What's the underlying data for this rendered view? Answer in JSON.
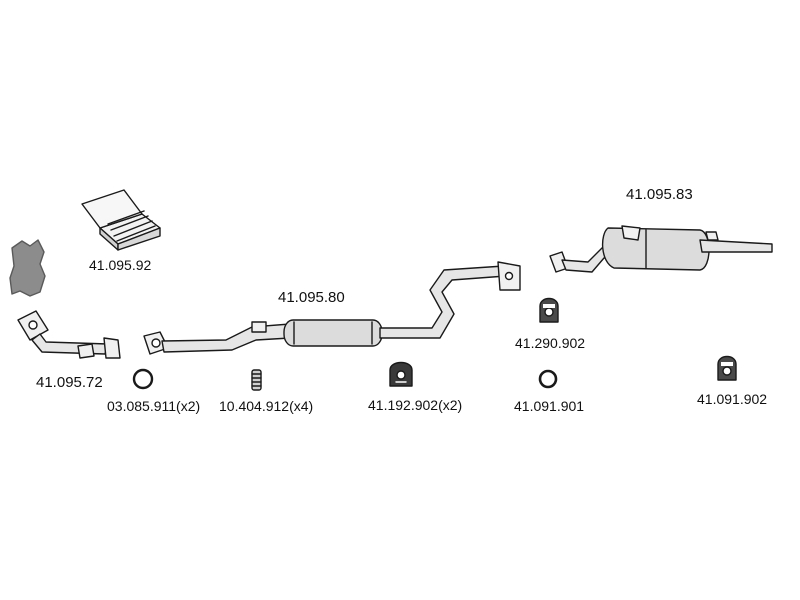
{
  "colors": {
    "line": "#1a1a1a",
    "fill": "#e2e2e2",
    "gasket": "#8c8c8c",
    "text": "#111111"
  },
  "parts": {
    "gasket_set": {
      "number": "41.095.92",
      "icon": "gasket-kit-box-icon"
    },
    "front_pipe": {
      "number": "41.095.72",
      "icon": "front-exhaust-pipe-icon"
    },
    "seal_ring": {
      "number": "03.085.911(x2)",
      "icon": "seal-ring-icon"
    },
    "spring": {
      "number": "10.404.912(x4)",
      "icon": "spring-icon"
    },
    "middle_silencer": {
      "number": "41.095.80",
      "icon": "middle-silencer-icon"
    },
    "rubber_mount_center": {
      "number": "41.192.902(x2)",
      "icon": "rubber-mount-icon"
    },
    "rear_silencer": {
      "number": "41.095.83",
      "icon": "rear-silencer-icon"
    },
    "hanger_upper": {
      "number": "41.290.902",
      "icon": "hanger-icon"
    },
    "ring_mount": {
      "number": "41.091.901",
      "icon": "ring-mount-icon"
    },
    "hanger_rear": {
      "number": "41.091.902",
      "icon": "hanger-icon"
    }
  }
}
